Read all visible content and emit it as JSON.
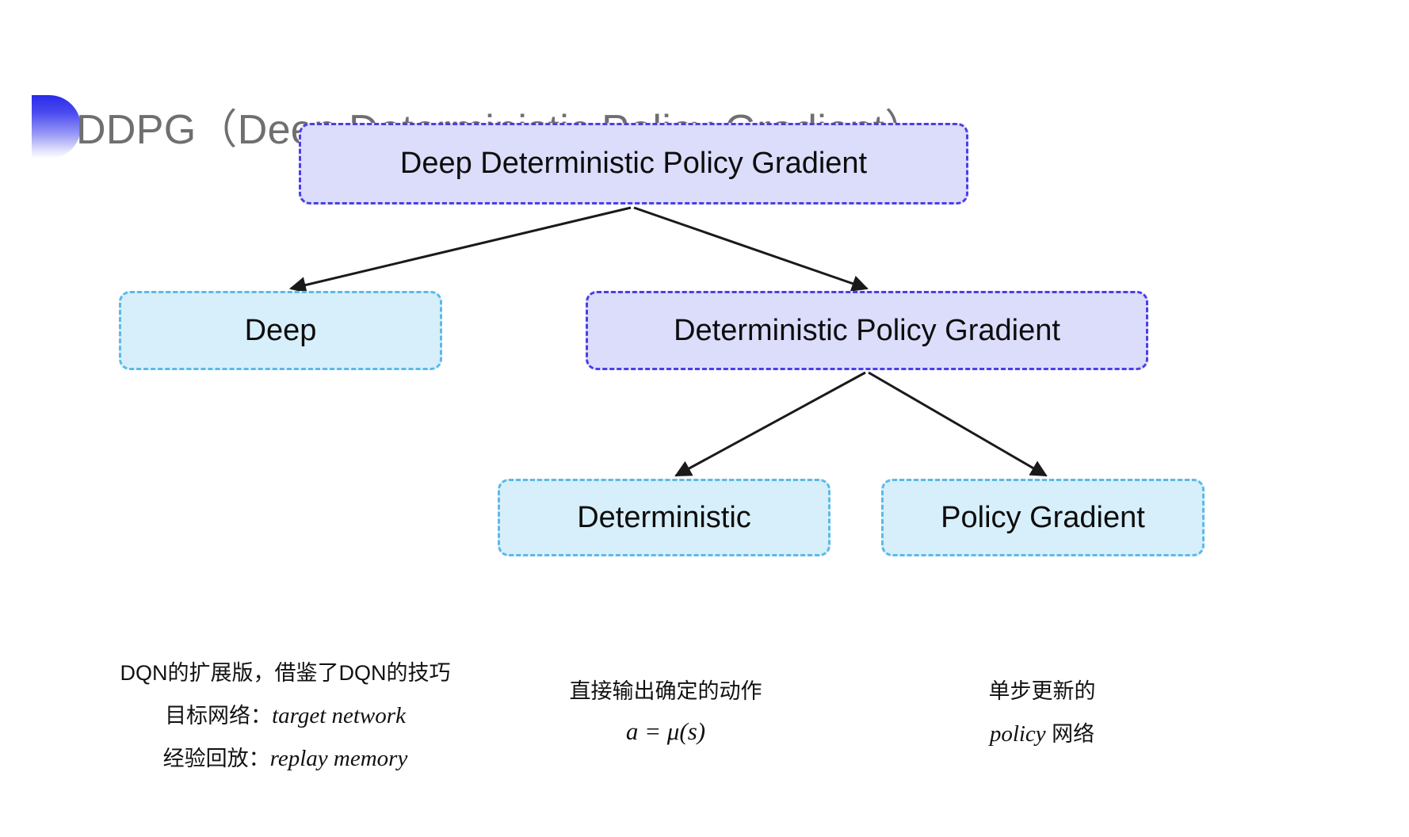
{
  "slide": {
    "title": "DDPG（Deep Deterministic Policy Gradient）",
    "accent_color": "#2a2ae8",
    "background": "#ffffff"
  },
  "colors": {
    "purple_fill": "#dcdcfb",
    "purple_border": "#4b3fe4",
    "cyan_fill": "#d7effb",
    "cyan_border": "#5cb9e8",
    "text": "#0d0d0d",
    "title_text": "#6f6f6f",
    "arrow": "#1a1a1a"
  },
  "diagram": {
    "type": "tree",
    "nodes": [
      {
        "id": "root",
        "label": "Deep Deterministic Policy Gradient",
        "style": "purple"
      },
      {
        "id": "deep",
        "label": "Deep",
        "style": "cyan"
      },
      {
        "id": "dpg",
        "label": "Deterministic Policy Gradient",
        "style": "purple"
      },
      {
        "id": "det",
        "label": "Deterministic",
        "style": "cyan"
      },
      {
        "id": "pg",
        "label": "Policy Gradient",
        "style": "cyan"
      }
    ],
    "edges": [
      {
        "from": "root",
        "to": "deep"
      },
      {
        "from": "root",
        "to": "dpg"
      },
      {
        "from": "dpg",
        "to": "det"
      },
      {
        "from": "dpg",
        "to": "pg"
      }
    ]
  },
  "annotations": {
    "deep": {
      "line1": "DQN的扩展版，借鉴了DQN的技巧",
      "line2_label": "目标网络：",
      "line2_term": "target network",
      "line3_label": "经验回放：",
      "line3_term": "replay memory"
    },
    "deterministic": {
      "line1": "直接输出确定的动作",
      "formula": "a = μ(s)"
    },
    "policy_gradient": {
      "line1": "单步更新的",
      "line2_term": "policy",
      "line2_suffix": " 网络"
    }
  }
}
